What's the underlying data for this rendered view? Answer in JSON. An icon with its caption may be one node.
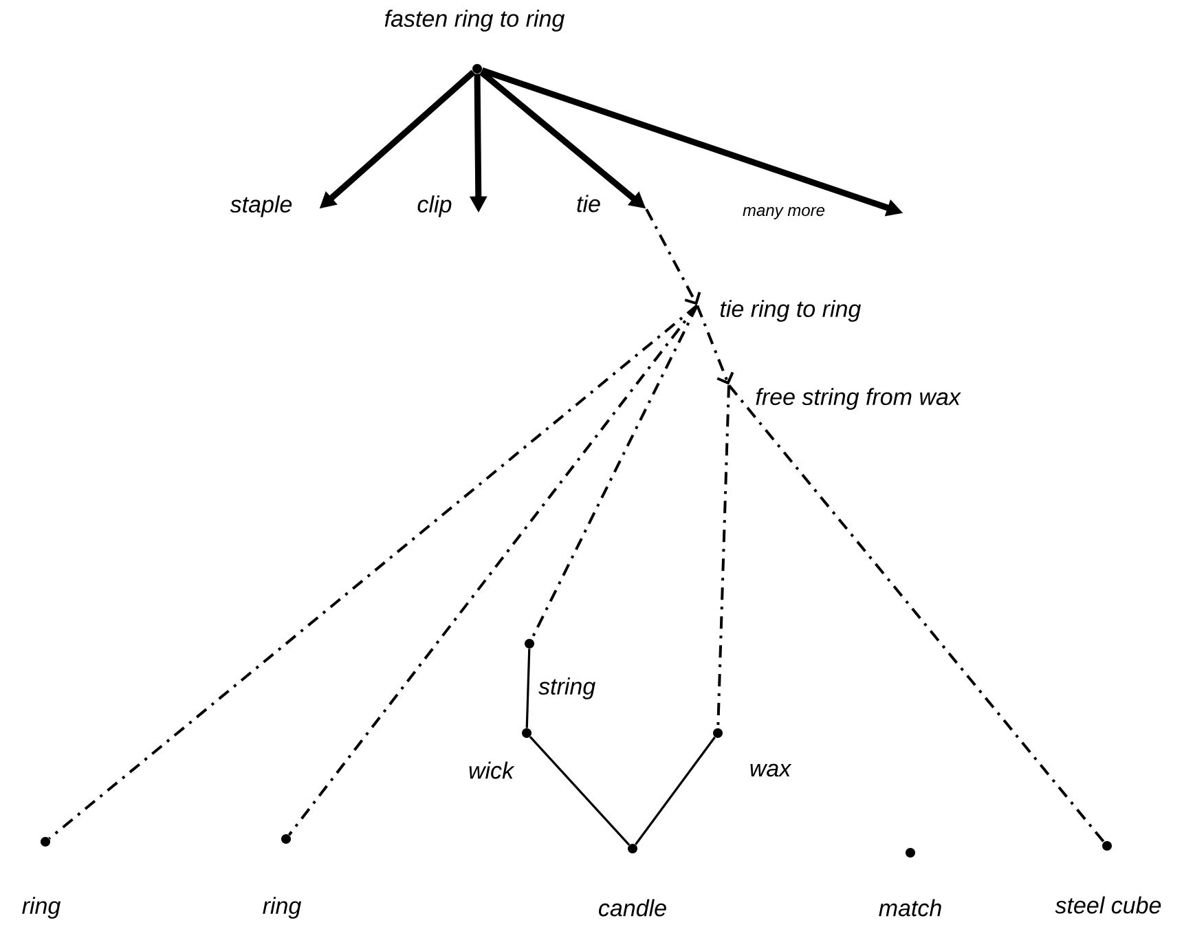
{
  "diagram": {
    "nodes": [
      {
        "text": [
          "fasten ring to ring"
        ]
      },
      {
        "text": [
          "staple"
        ]
      },
      {
        "text": [
          "clip"
        ]
      },
      {
        "text": [
          "tie"
        ]
      },
      {
        "text": [
          "many more"
        ]
      },
      {
        "text": [
          "tie ring to ring"
        ]
      },
      {
        "text": [
          "free string from wax"
        ]
      },
      {
        "text": [],
        "shape": "circle"
      },
      {
        "text": [
          "wick"
        ]
      },
      {
        "text": [
          "wax"
        ]
      },
      {
        "text": [
          "ring"
        ]
      },
      {
        "text": [
          "ring"
        ]
      },
      {
        "text": [
          "candle"
        ]
      },
      {
        "text": [
          "match"
        ]
      },
      {
        "text": [
          "steel cube"
        ]
      }
    ],
    "edges": [
      {
        "from": 0,
        "to": 1,
        "arrow": "to",
        "style": "thick"
      },
      {
        "from": 0,
        "to": 2,
        "arrow": "to",
        "style": "thick"
      },
      {
        "from": 0,
        "to": 3,
        "arrow": "to",
        "style": "thick"
      },
      {
        "from": 0,
        "to": 4,
        "arrow": "to",
        "style": "thick"
      },
      {
        "from": 3,
        "to": 5,
        "arrow": "to",
        "style": "dashed"
      },
      {
        "from": 5,
        "to": 6,
        "arrow": "to",
        "style": "dashed"
      },
      {
        "from": 5,
        "to": 10,
        "arrow": "none",
        "style": "dashed"
      },
      {
        "from": 5,
        "to": 11,
        "arrow": "none",
        "style": "dashed"
      },
      {
        "from": 5,
        "to": 7,
        "arrow": "none",
        "style": "dashed"
      },
      {
        "from": 6,
        "to": 9,
        "arrow": "none",
        "style": "dashed"
      },
      {
        "from": 6,
        "to": 14,
        "arrow": "none",
        "style": "dashed"
      },
      {
        "from": 7,
        "to": 8,
        "arrow": "none",
        "label": "string"
      },
      {
        "from": 8,
        "to": 12,
        "arrow": "none"
      },
      {
        "from": 9,
        "to": 12,
        "arrow": "none"
      }
    ]
  }
}
